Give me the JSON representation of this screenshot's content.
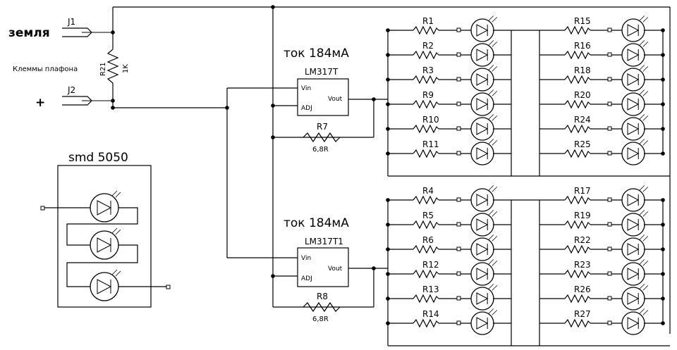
{
  "ground_label": "земля",
  "plus_label": "+",
  "connector_top": "J1",
  "connector_bottom": "J2",
  "terminals_label": "Клеммы плафона",
  "r21_name": "R21",
  "r21_value": "1K",
  "package_label": "smd 5050",
  "group_top": {
    "current_label": "ток 184мА",
    "regulator": "LM317T",
    "pin_vin": "Vin",
    "pin_adj": "ADJ",
    "pin_vout": "Vout",
    "sense_resistor": "R7",
    "sense_value": "6,8R",
    "left_column": [
      "R1",
      "R2",
      "R3",
      "R9",
      "R10",
      "R11"
    ],
    "right_column": [
      "R15",
      "R16",
      "R18",
      "R20",
      "R24",
      "R25"
    ]
  },
  "group_bottom": {
    "current_label": "ток 184мА",
    "regulator": "LM317T1",
    "pin_vin": "Vin",
    "pin_adj": "ADJ",
    "pin_vout": "Vout",
    "sense_resistor": "R8",
    "sense_value": "6,8R",
    "left_column": [
      "R4",
      "R5",
      "R6",
      "R12",
      "R13",
      "R14"
    ],
    "right_column": [
      "R17",
      "R19",
      "R22",
      "R23",
      "R26",
      "R27"
    ]
  }
}
